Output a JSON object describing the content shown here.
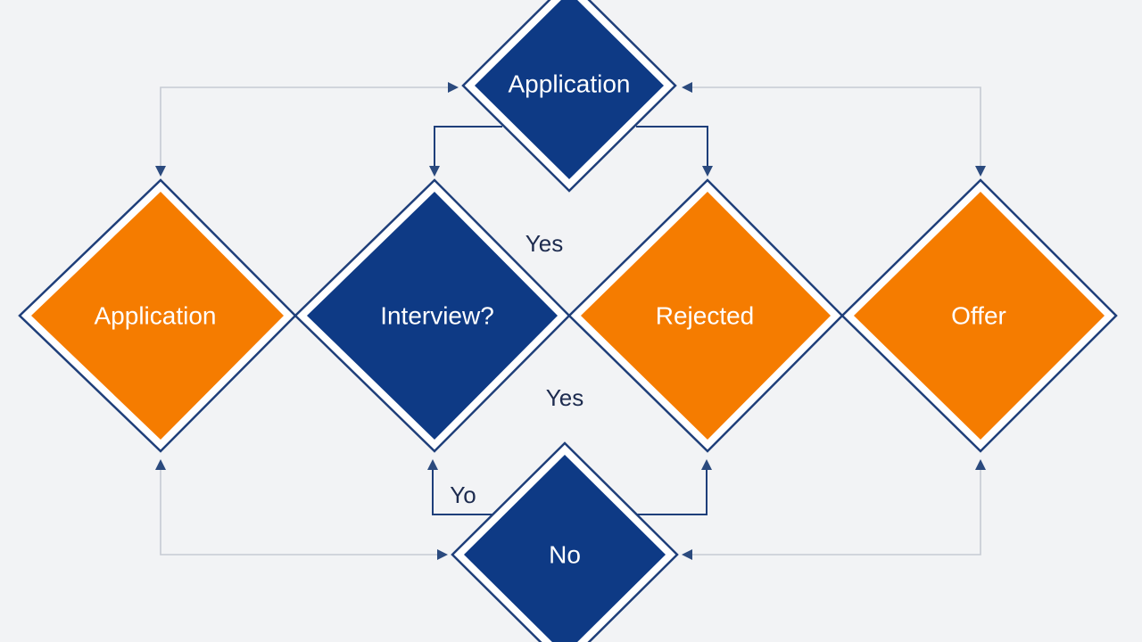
{
  "colors": {
    "background": "#f2f3f5",
    "navy": "#0e3a85",
    "orange": "#f57c00",
    "outline": "#1f3f7a",
    "connector_dark": "#1f3f7a",
    "connector_light": "#c6cbd3"
  },
  "nodes": {
    "top": {
      "label": "Application",
      "color": "navy"
    },
    "left": {
      "label": "Application",
      "color": "orange"
    },
    "interview": {
      "label": "Interview?",
      "color": "navy"
    },
    "rejected": {
      "label": "Rejected",
      "color": "orange"
    },
    "offer": {
      "label": "Offer",
      "color": "orange"
    },
    "bottom": {
      "label": "No",
      "color": "navy"
    }
  },
  "edge_labels": {
    "yes_upper": "Yes",
    "yes_lower": "Yes",
    "yo": "Yo"
  }
}
